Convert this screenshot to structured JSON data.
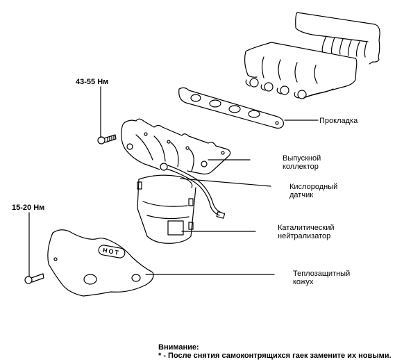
{
  "torque_specs": [
    {
      "id": "upper-bolt",
      "value": "43-55 Нм"
    },
    {
      "id": "lower-bolt",
      "value": "15-20 Нм"
    }
  ],
  "callouts": [
    {
      "id": "gasket",
      "lines": [
        "Прокладка"
      ]
    },
    {
      "id": "exhaust-manifold",
      "lines": [
        "Выпускной",
        "коллектор"
      ]
    },
    {
      "id": "oxygen-sensor",
      "lines": [
        "Кислородный",
        "датчик"
      ]
    },
    {
      "id": "catalytic-converter",
      "lines": [
        "Каталитический",
        "нейтрализатор"
      ]
    },
    {
      "id": "heat-shield",
      "lines": [
        "Теплозащитный",
        "кожух"
      ]
    }
  ],
  "heat_shield_marking": "HOT",
  "note": {
    "title": "Внимание:",
    "text": "* - После снятия самоконтрящихся гаек замените их новыми."
  }
}
